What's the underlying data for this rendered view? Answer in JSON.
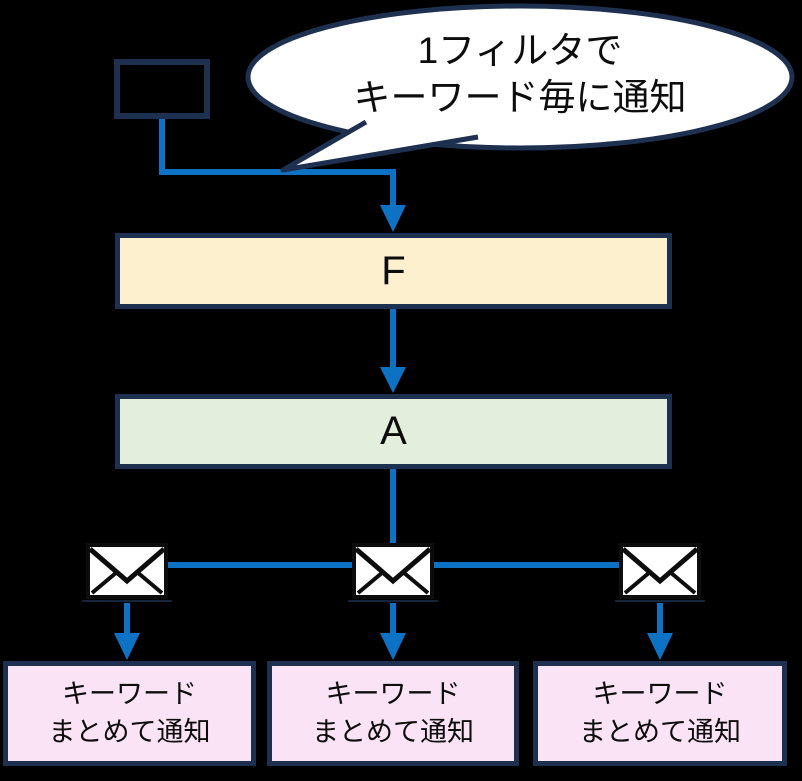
{
  "diagram": {
    "title_bubble": {
      "line1": "1フィルタで",
      "line2": "キーワード毎に通知"
    },
    "filter_box": {
      "label": "F"
    },
    "action_box": {
      "label": "A"
    },
    "outputs": {
      "boxes": [
        {
          "line1": "キーワード",
          "line2": "まとめて通知"
        },
        {
          "line1": "キーワード",
          "line2": "まとめて通知"
        },
        {
          "line1": "キーワード",
          "line2": "まとめて通知"
        }
      ]
    },
    "icons": [
      "envelope-icon",
      "envelope-icon",
      "envelope-icon"
    ],
    "colors": {
      "background": "#000000",
      "outline_navy": "#1e3050",
      "connector_blue": "#0d72c4",
      "filter_fill": "#fdf0ce",
      "action_fill": "#e3efdc",
      "output_fill": "#fbe3f6",
      "bubble_fill": "#ffffff"
    }
  }
}
